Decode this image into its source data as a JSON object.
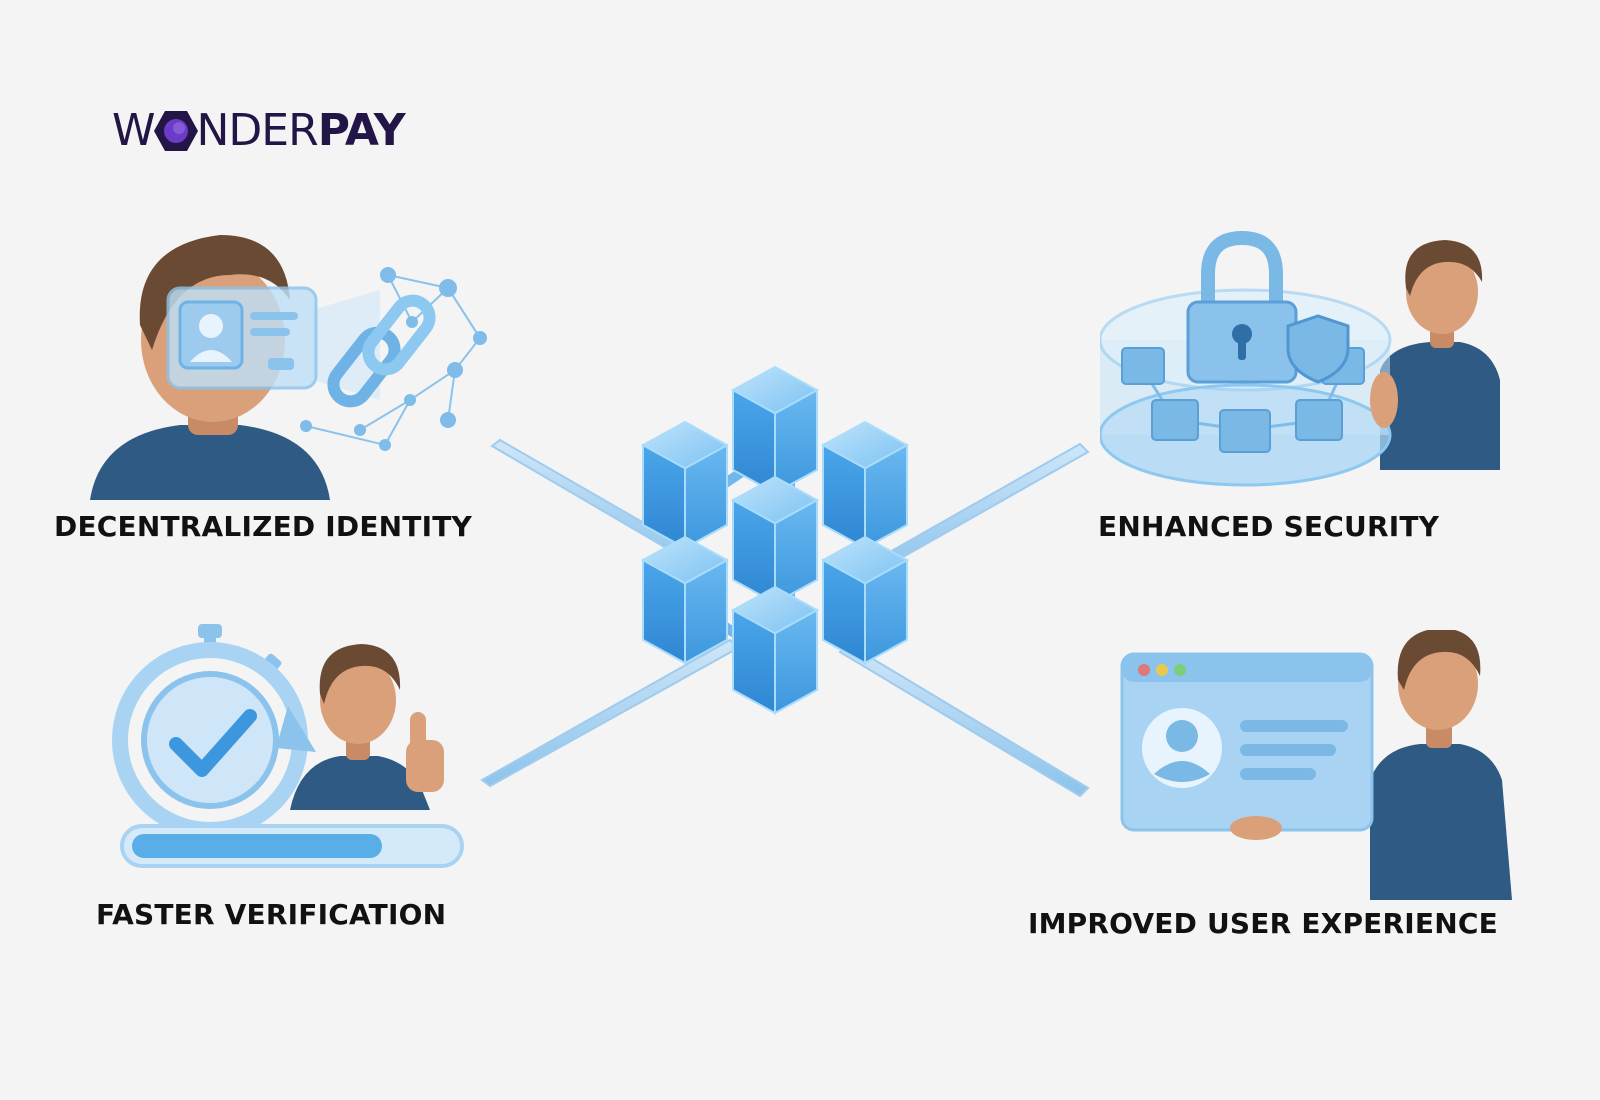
{
  "logo": {
    "text_light_w": "W",
    "text_light_rest": "NDER",
    "text_bold": "PAY",
    "brand_color": "#231647",
    "accent_color": "#4a2a8c"
  },
  "features": [
    {
      "label": "DECENTRALIZED IDENTITY",
      "icon": "id-card-chain-icon"
    },
    {
      "label": "ENHANCED SECURITY",
      "icon": "padlock-shield-icon"
    },
    {
      "label": "FASTER VERIFICATION",
      "icon": "stopwatch-check-icon"
    },
    {
      "label": "IMPROVED USER EXPERIENCE",
      "icon": "profile-window-icon"
    }
  ],
  "center": {
    "icon": "blockchain-cubes-icon"
  },
  "colors": {
    "background": "#f4f4f4",
    "blue_light": "#a9d3f2",
    "blue_mid": "#5aaee8",
    "blue_dark": "#2f8fd8",
    "shirt": "#2f5a84",
    "skin": "#d9a07a",
    "hair": "#6b4a34"
  }
}
